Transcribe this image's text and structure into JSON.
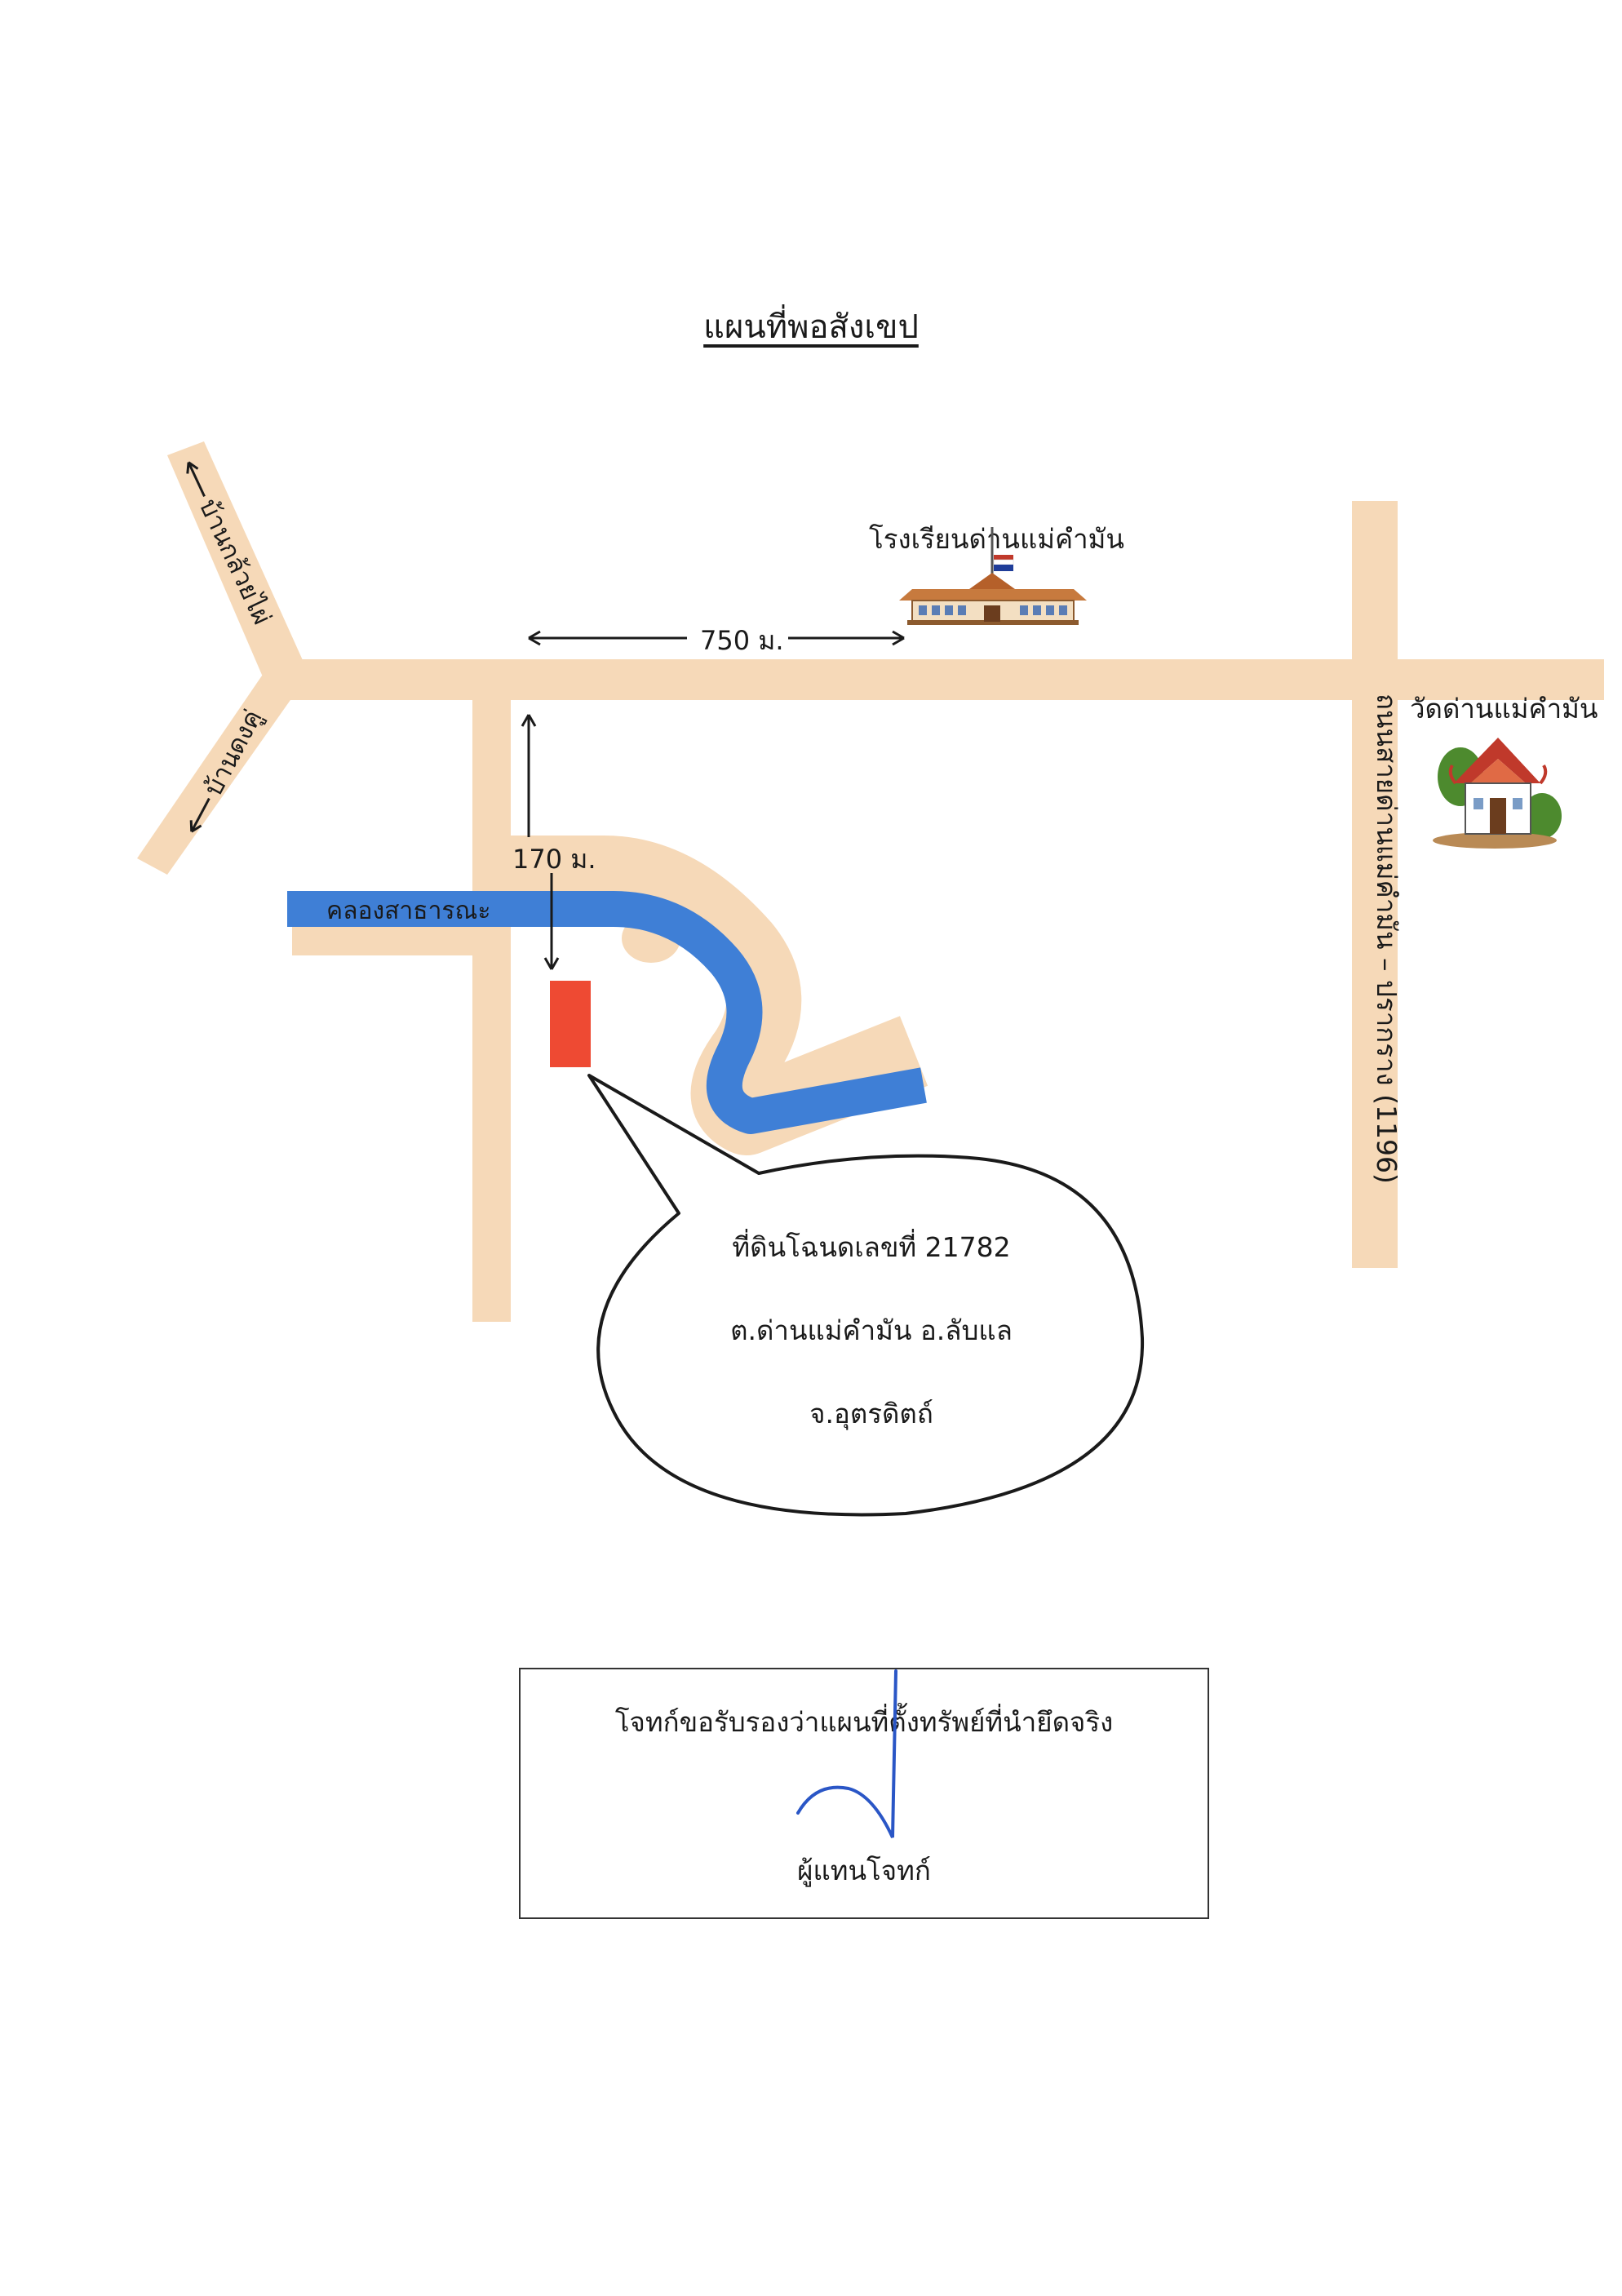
{
  "map": {
    "title": "แผนที่พอสังเขป",
    "roads": {
      "road_to_ban_kluay_phai": "บ้านกล้วยไผ่",
      "road_to_ban_dong_koo": "บ้านดงคู่",
      "highway_1196": "ถนนสายด่านแม่คำมัน – ปรากราง (1196)"
    },
    "canal": "คลองสาธารณะ",
    "landmarks": {
      "school": "โรงเรียนด่านแม่คำมัน",
      "temple": "วัดด่านแม่คำมัน"
    },
    "distances": {
      "horizontal": "750 ม.",
      "vertical": "170 ม."
    },
    "callout": {
      "line1": "ที่ดินโฉนดเลขที่ 21782",
      "line2": "ต.ด่านแม่คำมัน อ.ลับแล",
      "line3": "จ.อุตรดิตถ์"
    },
    "colors": {
      "road": "#f6d9b8",
      "canal": "#3f7fd6",
      "plot": "#ee4a33"
    }
  },
  "certification": {
    "statement": "โจทก์ขอรับรองว่าแผนที่ตั้งทรัพย์ที่นำยึดจริง",
    "signer": "ผู้แทนโจทก์"
  }
}
